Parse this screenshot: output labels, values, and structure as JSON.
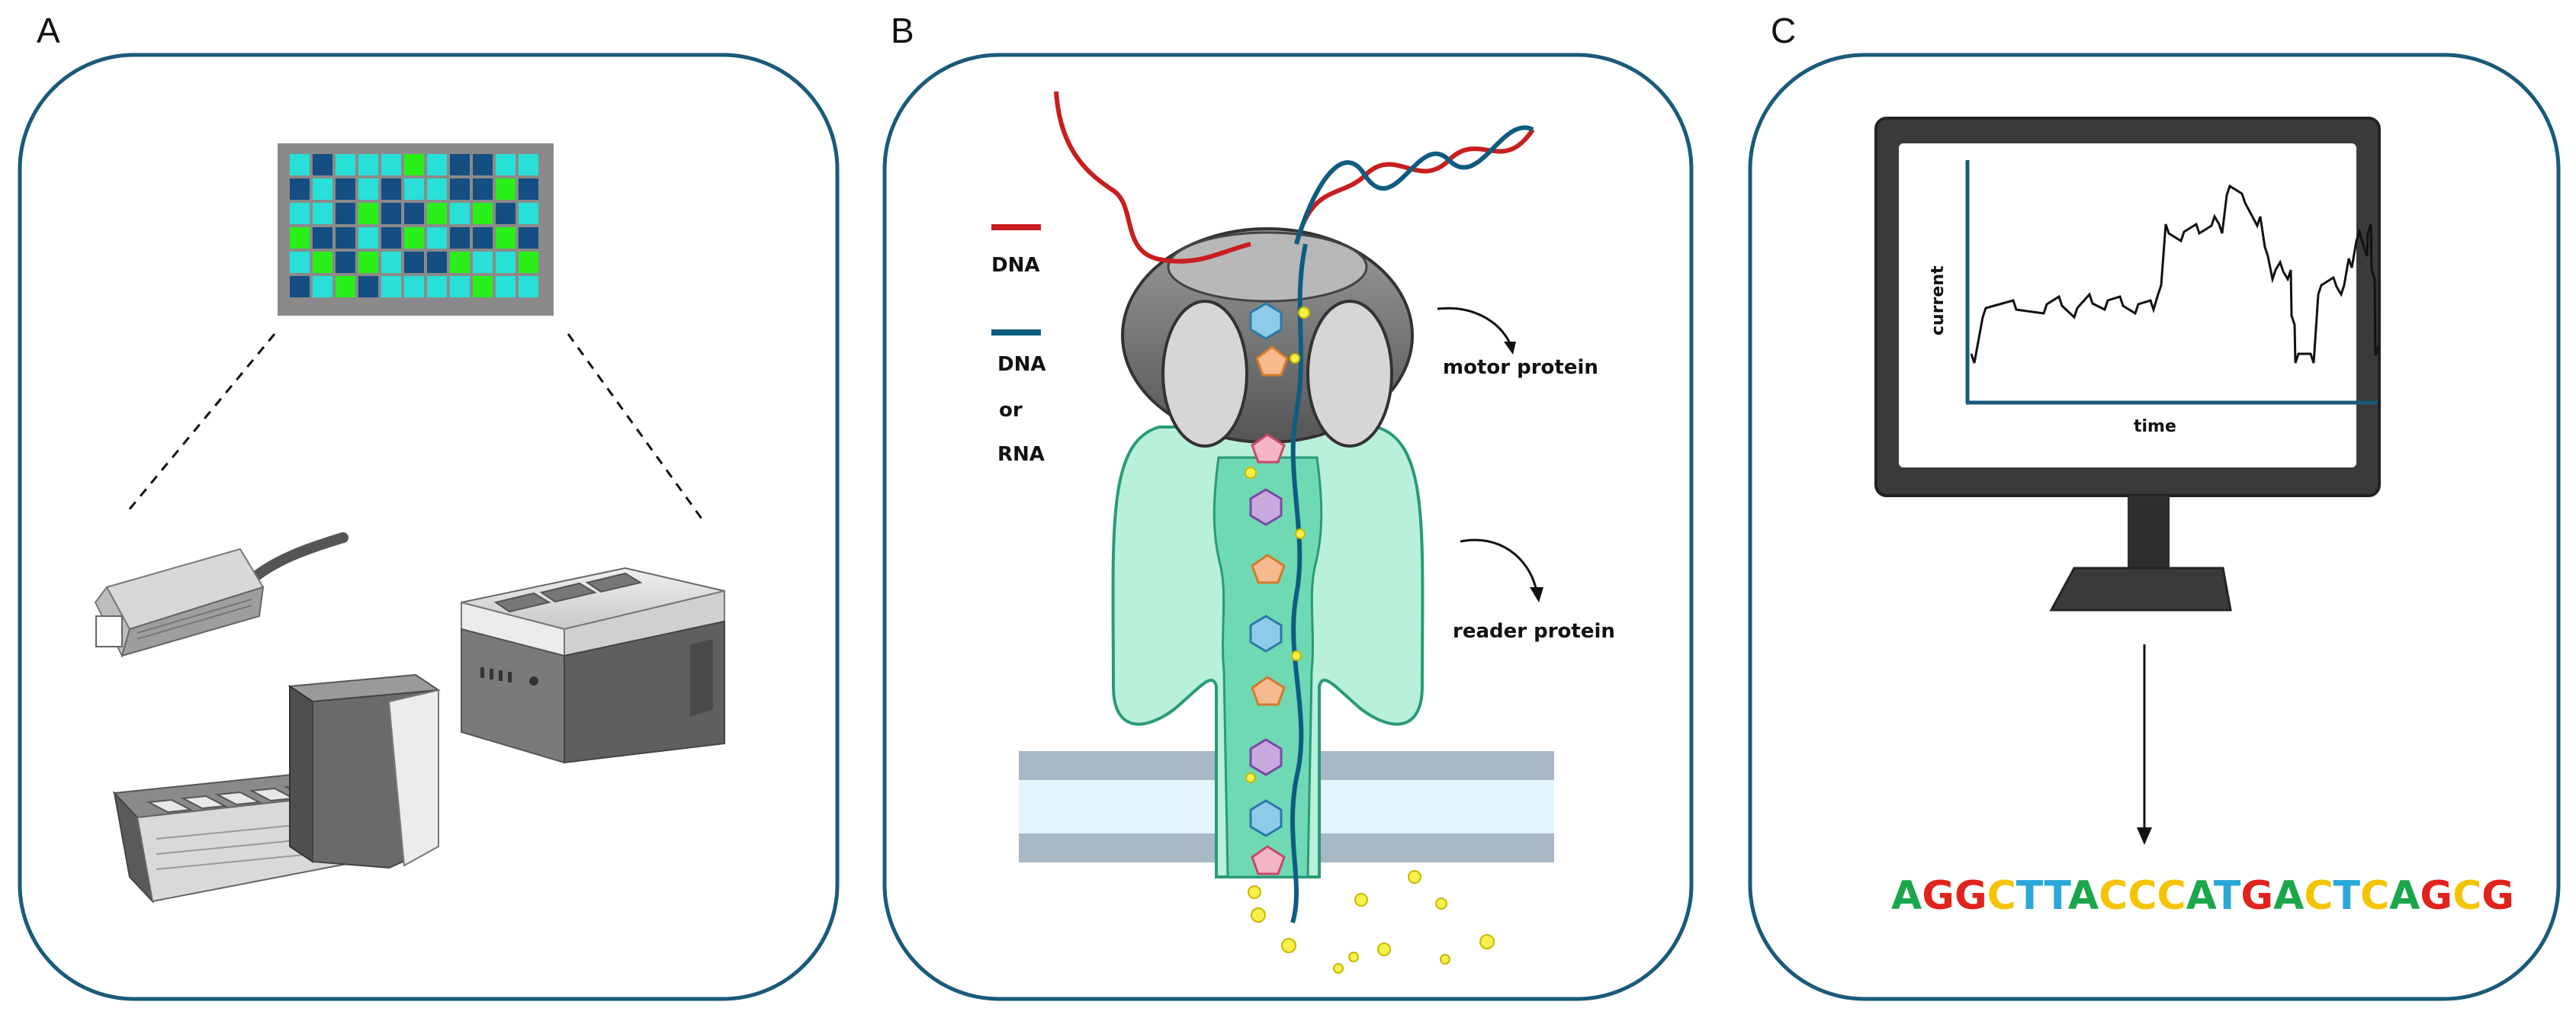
{
  "panels": {
    "a": {
      "letter": "A"
    },
    "b": {
      "letter": "B"
    },
    "c": {
      "letter": "C"
    }
  },
  "legend": {
    "dna_label": "DNA",
    "dna_color": "#c81e1e",
    "dna_or_rna_line1": "DNA",
    "dna_or_rna_line2": "or",
    "dna_or_rna_line3": "RNA",
    "dna_or_rna_color": "#0f5c80"
  },
  "labels": {
    "motor_protein": "motor protein",
    "reader_protein": "reader protein"
  },
  "plot": {
    "ylabel": "current",
    "xlabel": "time"
  },
  "sequence": {
    "text": "AGGCTTACCCATGACTCAGCG",
    "colors": {
      "A": "#1aa64a",
      "G": "#e0231c",
      "C": "#f5c400",
      "T": "#2aa8d8"
    }
  },
  "colors": {
    "frame": "#1a5a7a",
    "grid_dark": "#144e82",
    "grid_cyan": "#28e0d8",
    "grid_green": "#28f018",
    "reader_fill": "#b8f0da",
    "reader_stroke": "#2a9a78"
  }
}
